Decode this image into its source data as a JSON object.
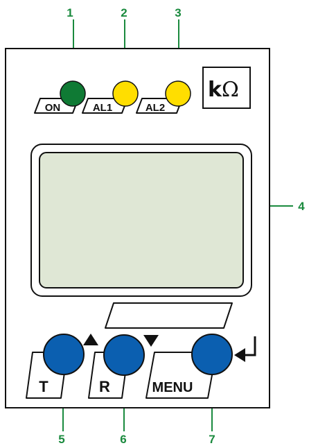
{
  "colors": {
    "accent_green": "#1a8a3e",
    "led_on": "#0f7a34",
    "led_alarm": "#ffde00",
    "button_blue": "#0b5fb0",
    "lcd_fill": "#dfe7d5",
    "outline": "#111111"
  },
  "callouts": [
    "1",
    "2",
    "3",
    "4",
    "5",
    "6",
    "7"
  ],
  "indicators": {
    "on_label": "ON",
    "al1_label": "AL1",
    "al2_label": "AL2"
  },
  "unit": {
    "k": "k",
    "omega": "Ω"
  },
  "buttons": {
    "t_label": "T",
    "r_label": "R",
    "menu_label": "MENU"
  },
  "icons": {
    "up": "triangle-up-icon",
    "down": "triangle-down-icon",
    "enter": "enter-arrow-icon"
  }
}
